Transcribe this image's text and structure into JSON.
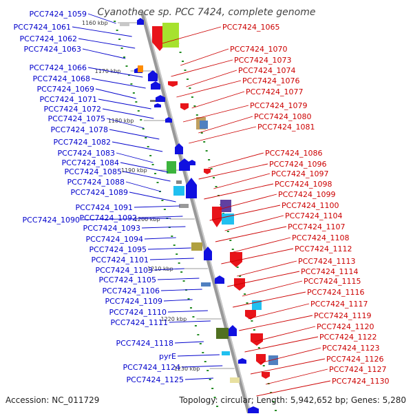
{
  "header": {
    "title": "Cyanothece sp. PCC 7424, complete genome"
  },
  "footer": {
    "accession": "Accession: NC_011729",
    "summary": "Topology: circular; Length: 5,942,652 bp; Genes: 5,280"
  },
  "colors": {
    "left_labels": "#0000cc",
    "right_labels": "#cc0000",
    "backbone": "#999999",
    "tick_dots": "#228b22",
    "scale_text": "#333333"
  },
  "scale_marks": [
    "1160 kbp",
    "1170 kbp",
    "1180 kbp",
    "1190 kbp",
    "1200 kbp",
    "1210 kbp",
    "1220 kbp",
    "1230 kbp"
  ],
  "left_genes": [
    "PCC7424_1059",
    "PCC7424_1061",
    "PCC7424_1062",
    "PCC7424_1063",
    "PCC7424_1066",
    "PCC7424_1068",
    "PCC7424_1069",
    "PCC7424_1071",
    "PCC7424_1072",
    "PCC7424_1075",
    "PCC7424_1078",
    "PCC7424_1082",
    "PCC7424_1083",
    "PCC7424_1084",
    "PCC7424_1085",
    "PCC7424_1088",
    "PCC7424_1089",
    "PCC7424_1091",
    "PCC7424_1090",
    "PCC7424_1092",
    "PCC7424_1093",
    "PCC7424_1094",
    "PCC7424_1095",
    "PCC7424_1101",
    "PCC7424_1103",
    "PCC7424_1105",
    "PCC7424_1106",
    "PCC7424_1109",
    "PCC7424_1110",
    "PCC7424_1111",
    "PCC7424_1118",
    "pyrE",
    "PCC7424_1124",
    "PCC7424_1125"
  ],
  "right_genes": [
    "PCC7424_1065",
    "PCC7424_1070",
    "PCC7424_1073",
    "PCC7424_1074",
    "PCC7424_1076",
    "PCC7424_1077",
    "PCC7424_1079",
    "PCC7424_1080",
    "PCC7424_1081",
    "PCC7424_1086",
    "PCC7424_1096",
    "PCC7424_1097",
    "PCC7424_1098",
    "PCC7424_1099",
    "PCC7424_1100",
    "PCC7424_1104",
    "PCC7424_1107",
    "PCC7424_1108",
    "PCC7424_1112",
    "PCC7424_1113",
    "PCC7424_1114",
    "PCC7424_1115",
    "PCC7424_1116",
    "PCC7424_1117",
    "PCC7424_1119",
    "PCC7424_1120",
    "PCC7424_1122",
    "PCC7424_1123",
    "PCC7424_1126",
    "PCC7424_1127",
    "PCC7424_1130"
  ]
}
